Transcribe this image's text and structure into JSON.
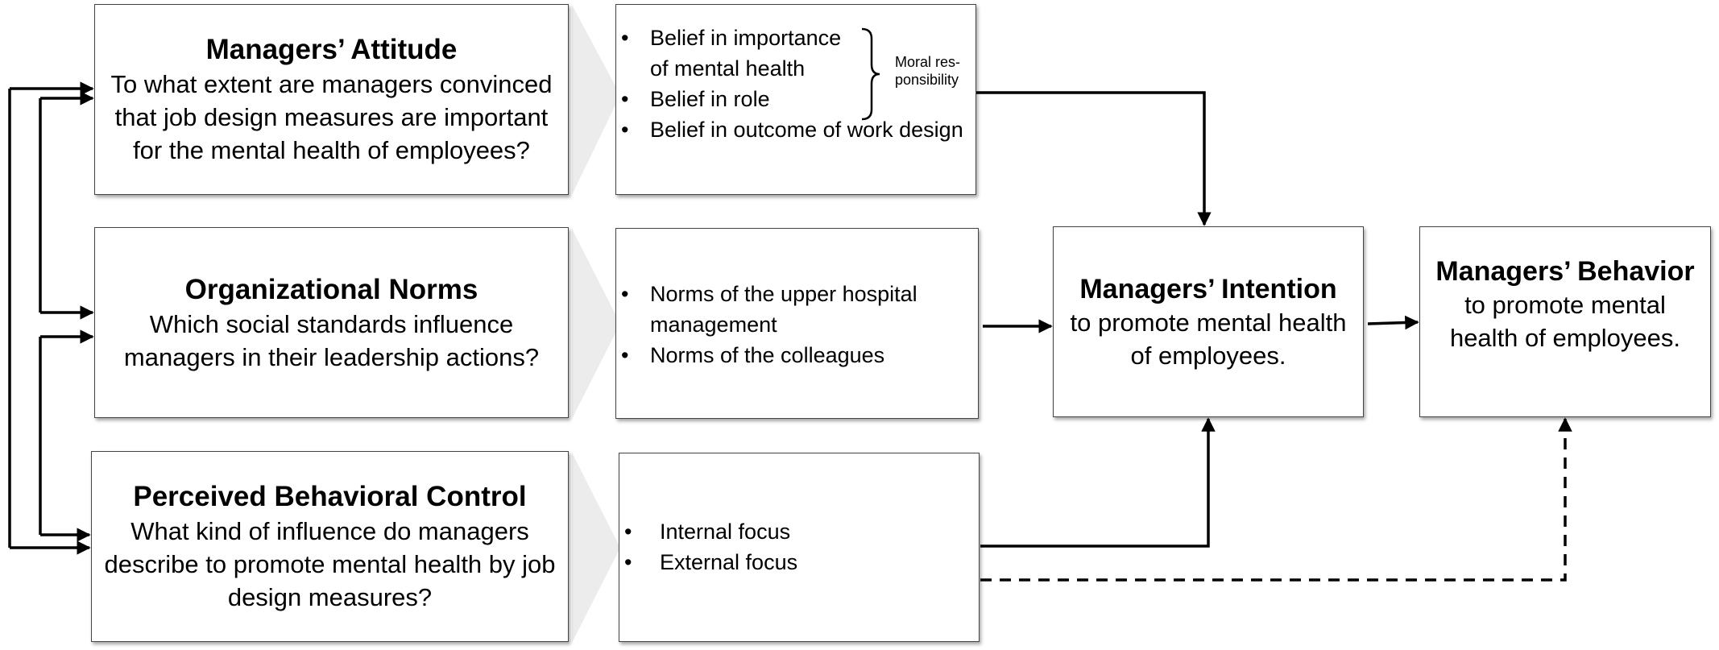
{
  "boxes": {
    "attitude": {
      "title": "Managers’ Attitude",
      "question": "To what extent are managers convinced that job design measures are important for the mental health of employees?"
    },
    "norms": {
      "title": "Organizational Norms",
      "question": "Which social standards influence managers in their leadership actions?"
    },
    "control": {
      "title": "Perceived Behavioral Control",
      "question": "What kind of influence do  managers describe to promote mental health by job design measures?"
    },
    "intention": {
      "title": "Managers’ Intention",
      "text": "to promote mental health of employees."
    },
    "behavior": {
      "title": "Managers’ Behavior",
      "text": "to promote mental health of employees."
    }
  },
  "details": {
    "attitude": [
      "Belief in importance of mental health",
      "Belief in role",
      "Belief in outcome of work design"
    ],
    "norms": [
      "Norms of the upper hospital management",
      "Norms of the colleagues"
    ],
    "control": [
      "Internal focus",
      "External focus"
    ],
    "moral_annotation": "Moral res-ponsibility"
  }
}
